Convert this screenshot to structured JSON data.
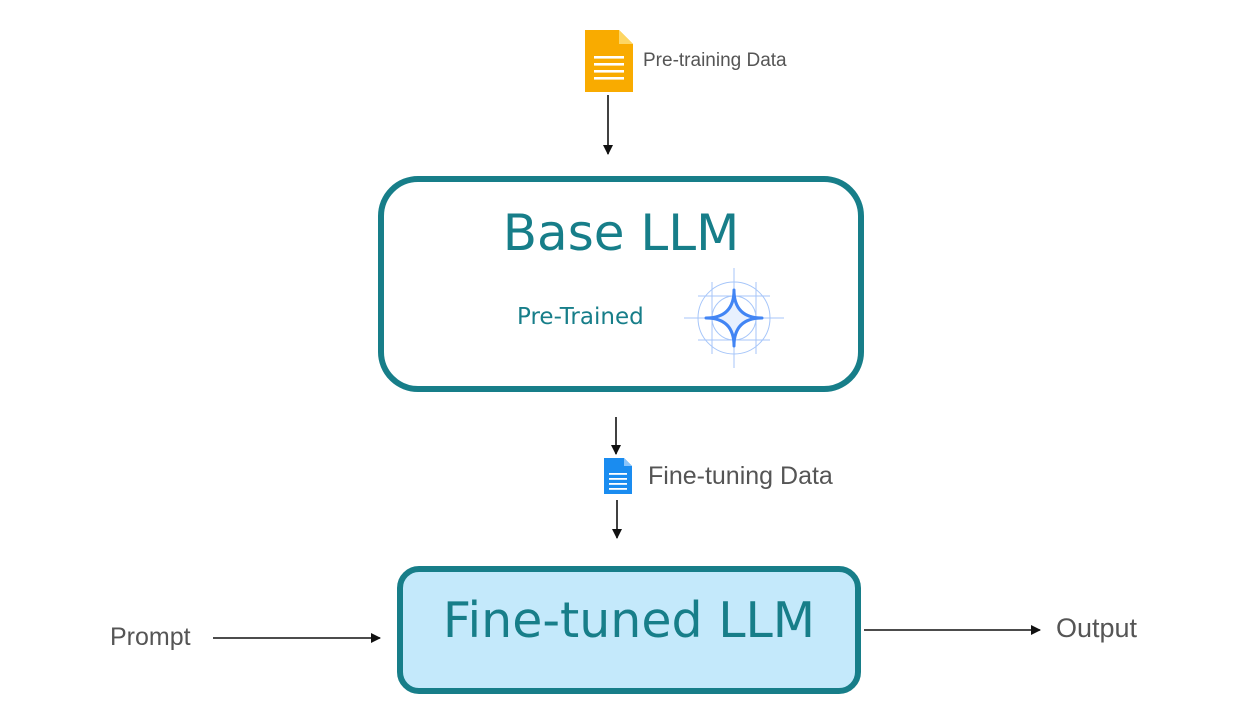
{
  "nodes": {
    "pretraining_data": {
      "label": "Pre-training Data",
      "icon": "document-icon",
      "color": "#f9ab00"
    },
    "base_llm": {
      "title": "Base LLM",
      "subtitle": "Pre-Trained",
      "icon": "sparkle-star-icon",
      "border_color": "#177e89"
    },
    "finetuning_data": {
      "label": "Fine-tuning Data",
      "icon": "document-icon",
      "color": "#1a8cf0"
    },
    "finetuned_llm": {
      "title": "Fine-tuned LLM",
      "border_color": "#177e89",
      "fill_color": "#c4e9fb"
    },
    "prompt": {
      "label": "Prompt"
    },
    "output": {
      "label": "Output"
    }
  },
  "edges": [
    {
      "from": "pretraining_data",
      "to": "base_llm"
    },
    {
      "from": "base_llm",
      "to": "finetuning_data"
    },
    {
      "from": "finetuning_data",
      "to": "finetuned_llm"
    },
    {
      "from": "prompt",
      "to": "finetuned_llm"
    },
    {
      "from": "finetuned_llm",
      "to": "output"
    }
  ]
}
